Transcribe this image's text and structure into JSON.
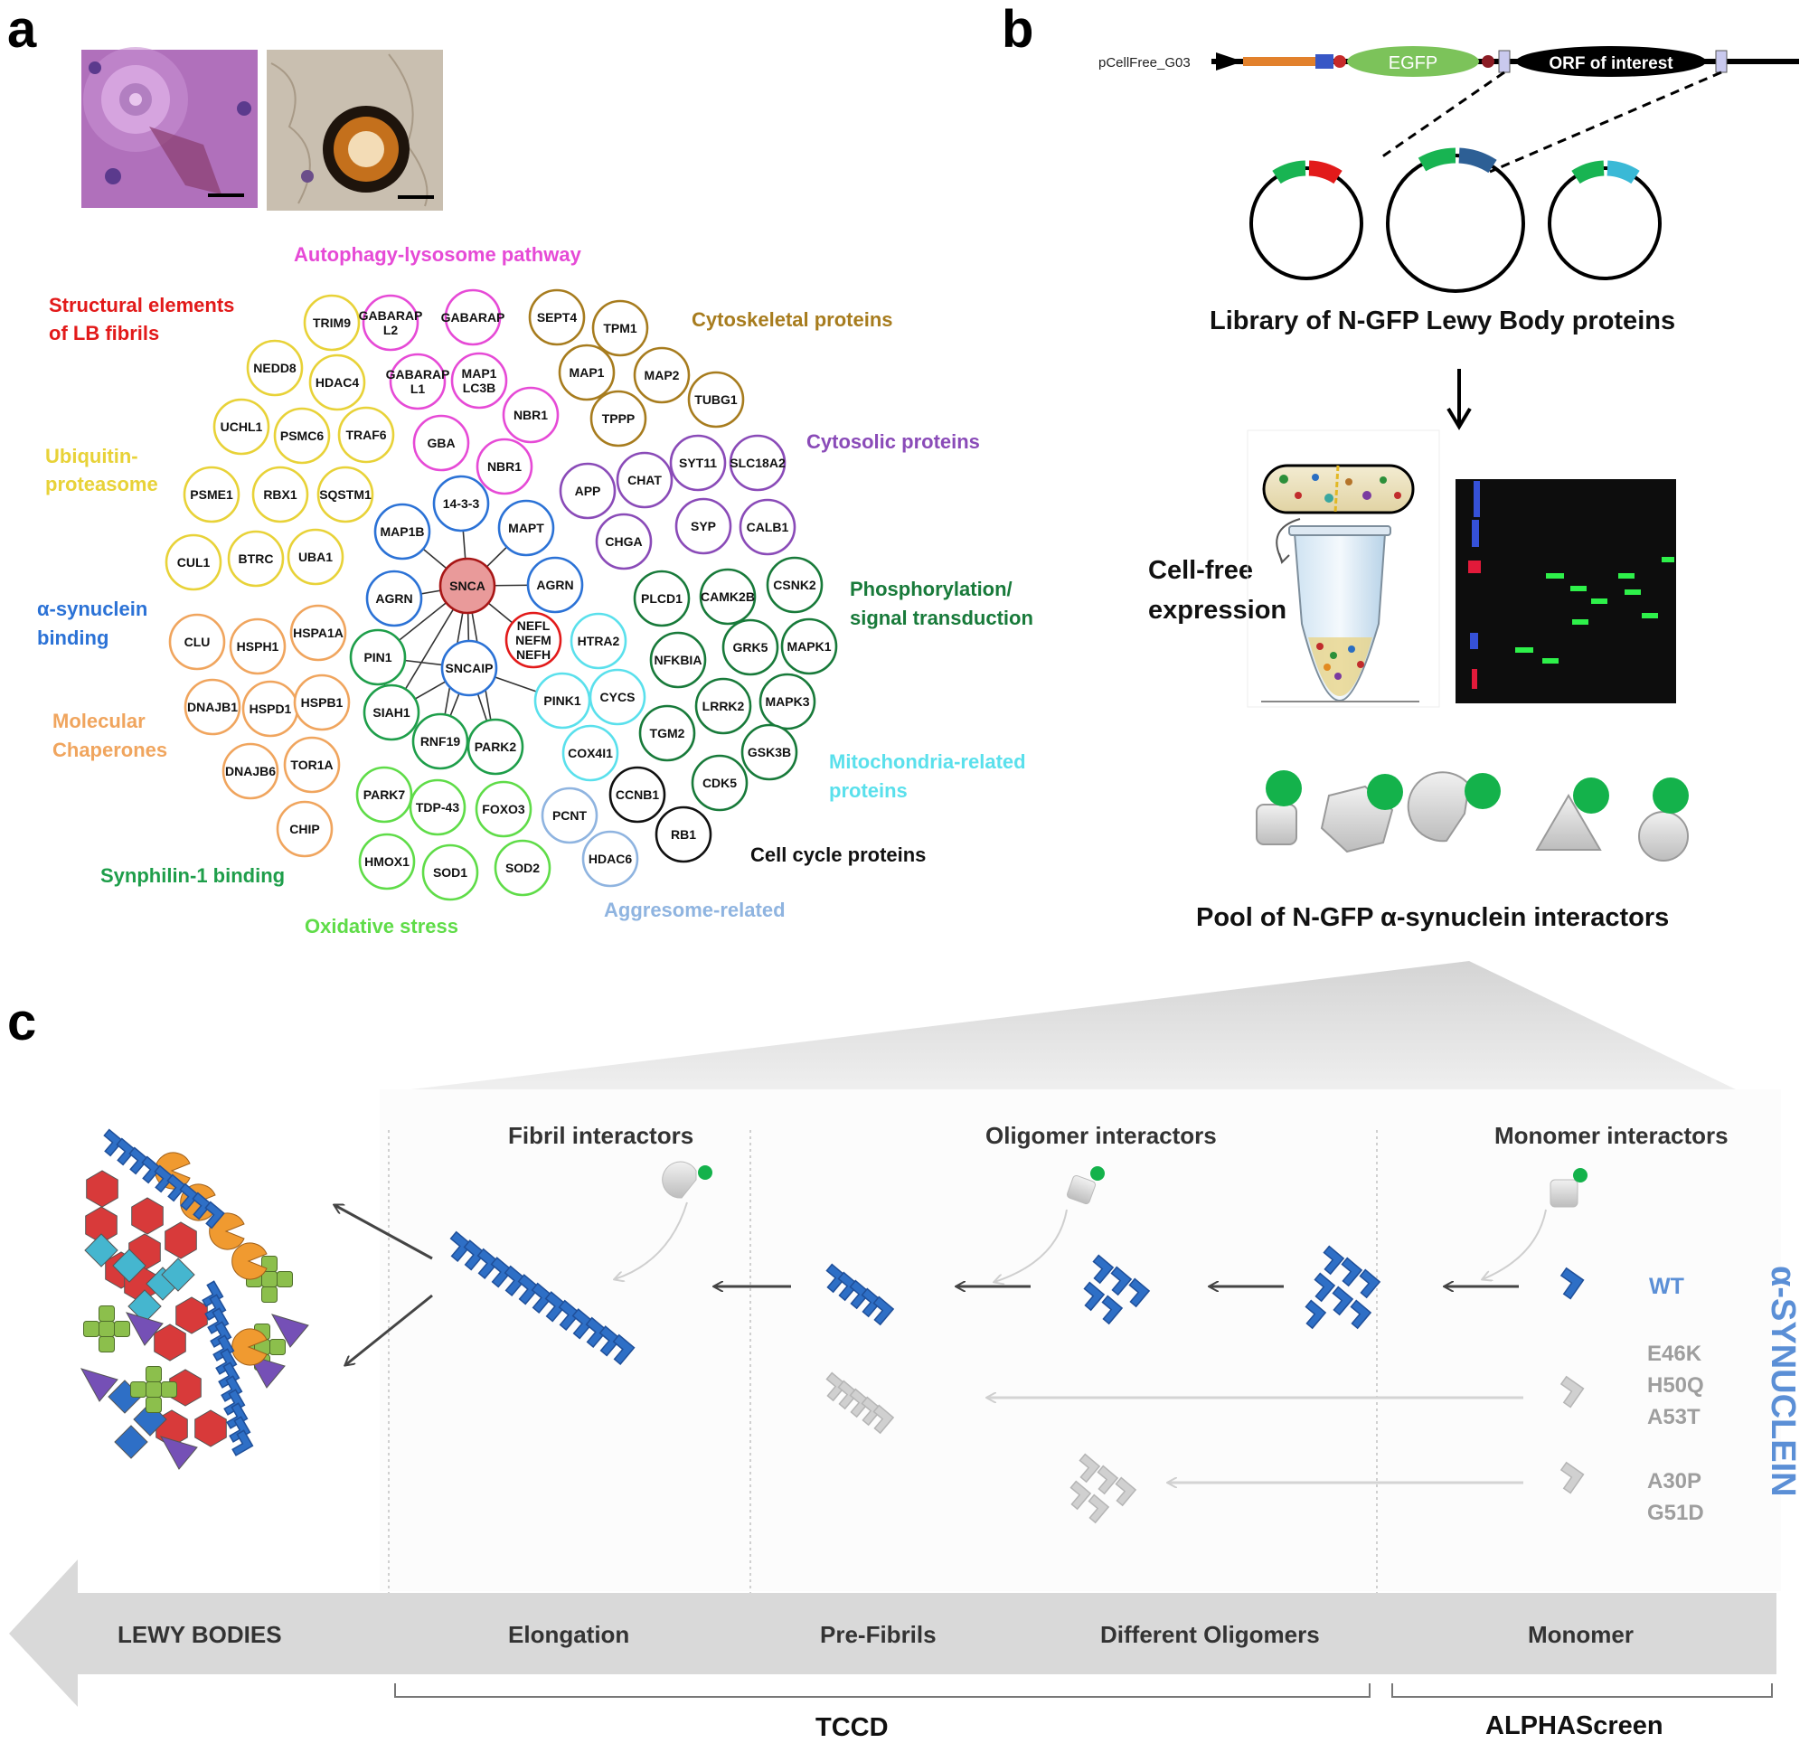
{
  "panel_letters": {
    "a": "a",
    "b": "b",
    "c": "c"
  },
  "colors": {
    "red": "#e21a1a",
    "yellow": "#e8d238",
    "magenta": "#e64ad6",
    "blue": "#2b72d6",
    "orange": "#f0a55e",
    "green": "#1e9e4a",
    "brown": "#a77c1e",
    "purple": "#8a4bb8",
    "dkgreen": "#187a3a",
    "cyan": "#5ae0ec",
    "ltgreen": "#5fdc48",
    "black": "#111111",
    "ltblue": "#8fb4e0",
    "synuclein_blue": "#2e6fc6",
    "gfp_green": "#14b24b"
  },
  "panel_a": {
    "categories": {
      "structural": [
        "Structural    elements",
        "of LB fibrils"
      ],
      "autophagy": [
        "Autophagy-lysosome pathway"
      ],
      "cytoskeletal": [
        "Cytoskeletal proteins"
      ],
      "ubiquitin": [
        "Ubiquitin-",
        "proteasome"
      ],
      "cytosolic": [
        "Cytosolic proteins"
      ],
      "syn_binding": [
        "α-synuclein",
        "binding"
      ],
      "phospho": [
        "Phosphorylation/",
        "signal transduction"
      ],
      "chaperones": [
        "Molecular",
        "Chaperones"
      ],
      "mito": [
        "Mitochondria-related",
        "proteins"
      ],
      "cellcycle": [
        "Cell cycle proteins"
      ],
      "synphilin": [
        "Synphilin-1 binding"
      ],
      "oxidative": [
        "Oxidative stress"
      ],
      "aggresome": [
        "Aggresome-related"
      ]
    },
    "nodes": [
      {
        "label": [
          "TRIM9"
        ],
        "group": "yellow"
      },
      {
        "label": [
          "NEDD8"
        ],
        "group": "yellow"
      },
      {
        "label": [
          "HDAC4"
        ],
        "group": "yellow"
      },
      {
        "label": [
          "UCHL1"
        ],
        "group": "yellow"
      },
      {
        "label": [
          "PSMC6"
        ],
        "group": "yellow"
      },
      {
        "label": [
          "TRAF6"
        ],
        "group": "yellow"
      },
      {
        "label": [
          "PSME1"
        ],
        "group": "yellow"
      },
      {
        "label": [
          "RBX1"
        ],
        "group": "yellow"
      },
      {
        "label": [
          "SQSTM1"
        ],
        "group": "yellow"
      },
      {
        "label": [
          "CUL1"
        ],
        "group": "yellow"
      },
      {
        "label": [
          "BTRC"
        ],
        "group": "yellow"
      },
      {
        "label": [
          "UBA1"
        ],
        "group": "yellow"
      },
      {
        "label": [
          "GABARAP",
          "L2"
        ],
        "group": "magenta"
      },
      {
        "label": [
          "GABARAP"
        ],
        "group": "magenta"
      },
      {
        "label": [
          "GABARAP",
          "L1"
        ],
        "group": "magenta"
      },
      {
        "label": [
          "MAP1",
          "LC3B"
        ],
        "group": "magenta"
      },
      {
        "label": [
          "GBA"
        ],
        "group": "magenta"
      },
      {
        "label": [
          "NBR1"
        ],
        "group": "magenta"
      },
      {
        "label": [
          "NBR1"
        ],
        "group": "magenta"
      },
      {
        "label": [
          "SEPT4"
        ],
        "group": "brown"
      },
      {
        "label": [
          "TPM1"
        ],
        "group": "brown"
      },
      {
        "label": [
          "MAP1"
        ],
        "group": "brown"
      },
      {
        "label": [
          "MAP2"
        ],
        "group": "brown"
      },
      {
        "label": [
          "TUBG1"
        ],
        "group": "brown"
      },
      {
        "label": [
          "TPPP"
        ],
        "group": "brown"
      },
      {
        "label": [
          "SYT11"
        ],
        "group": "purple"
      },
      {
        "label": [
          "SLC18A2"
        ],
        "group": "purple"
      },
      {
        "label": [
          "APP"
        ],
        "group": "purple"
      },
      {
        "label": [
          "CHAT"
        ],
        "group": "purple"
      },
      {
        "label": [
          "SYP"
        ],
        "group": "purple"
      },
      {
        "label": [
          "CALB1"
        ],
        "group": "purple"
      },
      {
        "label": [
          "CHGA"
        ],
        "group": "purple"
      },
      {
        "label": [
          "14-3-3"
        ],
        "group": "blue"
      },
      {
        "label": [
          "MAP1B"
        ],
        "group": "blue"
      },
      {
        "label": [
          "MAPT"
        ],
        "group": "blue"
      },
      {
        "label": [
          "SNCA"
        ],
        "group": "snca"
      },
      {
        "label": [
          "AGRN"
        ],
        "group": "blue"
      },
      {
        "label": [
          "AGRN"
        ],
        "group": "blue"
      },
      {
        "label": [
          "SNCAIP"
        ],
        "group": "blue"
      },
      {
        "label": [
          "NEFL",
          "NEFM",
          "NEFH"
        ],
        "group": "red"
      },
      {
        "label": [
          "PIN1"
        ],
        "group": "green"
      },
      {
        "label": [
          "SIAH1"
        ],
        "group": "green"
      },
      {
        "label": [
          "RNF19"
        ],
        "group": "green"
      },
      {
        "label": [
          "PARK2"
        ],
        "group": "green"
      },
      {
        "label": [
          "CLU"
        ],
        "group": "orange"
      },
      {
        "label": [
          "HSPH1"
        ],
        "group": "orange"
      },
      {
        "label": [
          "HSPA1A"
        ],
        "group": "orange"
      },
      {
        "label": [
          "DNAJB1"
        ],
        "group": "orange"
      },
      {
        "label": [
          "HSPD1"
        ],
        "group": "orange"
      },
      {
        "label": [
          "HSPB1"
        ],
        "group": "orange"
      },
      {
        "label": [
          "DNAJB6"
        ],
        "group": "orange"
      },
      {
        "label": [
          "TOR1A"
        ],
        "group": "orange"
      },
      {
        "label": [
          "CHIP"
        ],
        "group": "orange"
      },
      {
        "label": [
          "HTRA2"
        ],
        "group": "cyan"
      },
      {
        "label": [
          "PINK1"
        ],
        "group": "cyan"
      },
      {
        "label": [
          "CYCS"
        ],
        "group": "cyan"
      },
      {
        "label": [
          "COX4I1"
        ],
        "group": "cyan"
      },
      {
        "label": [
          "PLCD1"
        ],
        "group": "dkgreen"
      },
      {
        "label": [
          "CAMK2B"
        ],
        "group": "dkgreen"
      },
      {
        "label": [
          "CSNK2"
        ],
        "group": "dkgreen"
      },
      {
        "label": [
          "NFKBIA"
        ],
        "group": "dkgreen"
      },
      {
        "label": [
          "GRK5"
        ],
        "group": "dkgreen"
      },
      {
        "label": [
          "MAPK1"
        ],
        "group": "dkgreen"
      },
      {
        "label": [
          "LRRK2"
        ],
        "group": "dkgreen"
      },
      {
        "label": [
          "MAPK3"
        ],
        "group": "dkgreen"
      },
      {
        "label": [
          "TGM2"
        ],
        "group": "dkgreen"
      },
      {
        "label": [
          "GSK3B"
        ],
        "group": "dkgreen"
      },
      {
        "label": [
          "CDK5"
        ],
        "group": "dkgreen"
      },
      {
        "label": [
          "PARK7"
        ],
        "group": "ltgreen"
      },
      {
        "label": [
          "TDP-43"
        ],
        "group": "ltgreen"
      },
      {
        "label": [
          "FOXO3"
        ],
        "group": "ltgreen"
      },
      {
        "label": [
          "HMOX1"
        ],
        "group": "ltgreen"
      },
      {
        "label": [
          "SOD1"
        ],
        "group": "ltgreen"
      },
      {
        "label": [
          "SOD2"
        ],
        "group": "ltgreen"
      },
      {
        "label": [
          "PCNT"
        ],
        "group": "ltblue"
      },
      {
        "label": [
          "HDAC6"
        ],
        "group": "ltblue"
      },
      {
        "label": [
          "CCNB1"
        ],
        "group": "black"
      },
      {
        "label": [
          "RB1"
        ],
        "group": "black"
      }
    ]
  },
  "panel_b": {
    "vector_name": "pCellFree_G03",
    "egfp": "EGFP",
    "orf": "ORF of interest",
    "library_title": "Library of N-GFP Lewy Body proteins",
    "cellfree": [
      "Cell-free",
      "expression"
    ],
    "pool_title": "Pool of N-GFP α-synuclein interactors"
  },
  "panel_c": {
    "interactors": [
      "Fibril interactors",
      "Oligomer interactors",
      "Monomer interactors"
    ],
    "wt": "WT",
    "mutants_group1": [
      "E46K",
      "H50Q",
      "A53T"
    ],
    "mutants_group2": [
      "A30P",
      "G51D"
    ],
    "synuclein_vertical": "α-SYNUCLEIN",
    "stages": [
      "LEWY BODIES",
      "Elongation",
      "Pre-Fibrils",
      "Different Oligomers",
      "Monomer"
    ],
    "methods": [
      "TCCD",
      "ALPHAScreen"
    ]
  }
}
